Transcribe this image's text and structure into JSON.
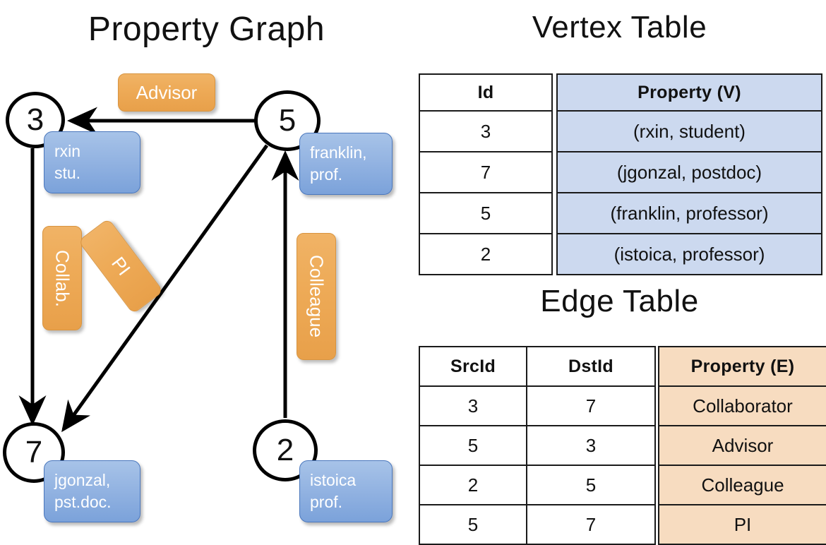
{
  "titles": {
    "property_graph": "Property Graph",
    "vertex_table": "Vertex Table",
    "edge_table": "Edge Table"
  },
  "graph": {
    "vertices": [
      {
        "id": "3",
        "name": "rxin",
        "role": "stu.",
        "prop_line1": "rxin",
        "prop_line2": "stu."
      },
      {
        "id": "5",
        "name": "franklin",
        "role": "prof.",
        "prop_line1": "franklin,",
        "prop_line2": "prof."
      },
      {
        "id": "7",
        "name": "jgonzal",
        "role": "pst.doc.",
        "prop_line1": "jgonzal,",
        "prop_line2": "pst.doc."
      },
      {
        "id": "2",
        "name": "istoica",
        "role": "prof.",
        "prop_line1": "istoica",
        "prop_line2": "prof."
      }
    ],
    "edge_labels": [
      {
        "key": "advisor",
        "text": "Advisor",
        "from": "5",
        "to": "3"
      },
      {
        "key": "collab",
        "text": "Collab.",
        "from": "3",
        "to": "7"
      },
      {
        "key": "pi",
        "text": "PI",
        "from": "5",
        "to": "7"
      },
      {
        "key": "colleague",
        "text": "Colleague",
        "from": "2",
        "to": "5"
      }
    ]
  },
  "vertex_table": {
    "headers": {
      "id": "Id",
      "property": "Property (V)"
    },
    "rows": [
      {
        "id": "3",
        "property": "(rxin, student)"
      },
      {
        "id": "7",
        "property": "(jgonzal, postdoc)"
      },
      {
        "id": "5",
        "property": "(franklin, professor)"
      },
      {
        "id": "2",
        "property": "(istoica, professor)"
      }
    ]
  },
  "edge_table": {
    "headers": {
      "src": "SrcId",
      "dst": "DstId",
      "property": "Property (E)"
    },
    "rows": [
      {
        "src": "3",
        "dst": "7",
        "property": "Collaborator"
      },
      {
        "src": "5",
        "dst": "3",
        "property": "Advisor"
      },
      {
        "src": "2",
        "dst": "5",
        "property": "Colleague"
      },
      {
        "src": "5",
        "dst": "7",
        "property": "PI"
      }
    ]
  },
  "colors": {
    "vertex_property_fill": "#94b4e2",
    "edge_label_fill": "#eeab58",
    "vertex_table_property_bg": "#ccd9ef",
    "edge_table_property_bg": "#f7dcc0",
    "stroke": "#000000"
  }
}
